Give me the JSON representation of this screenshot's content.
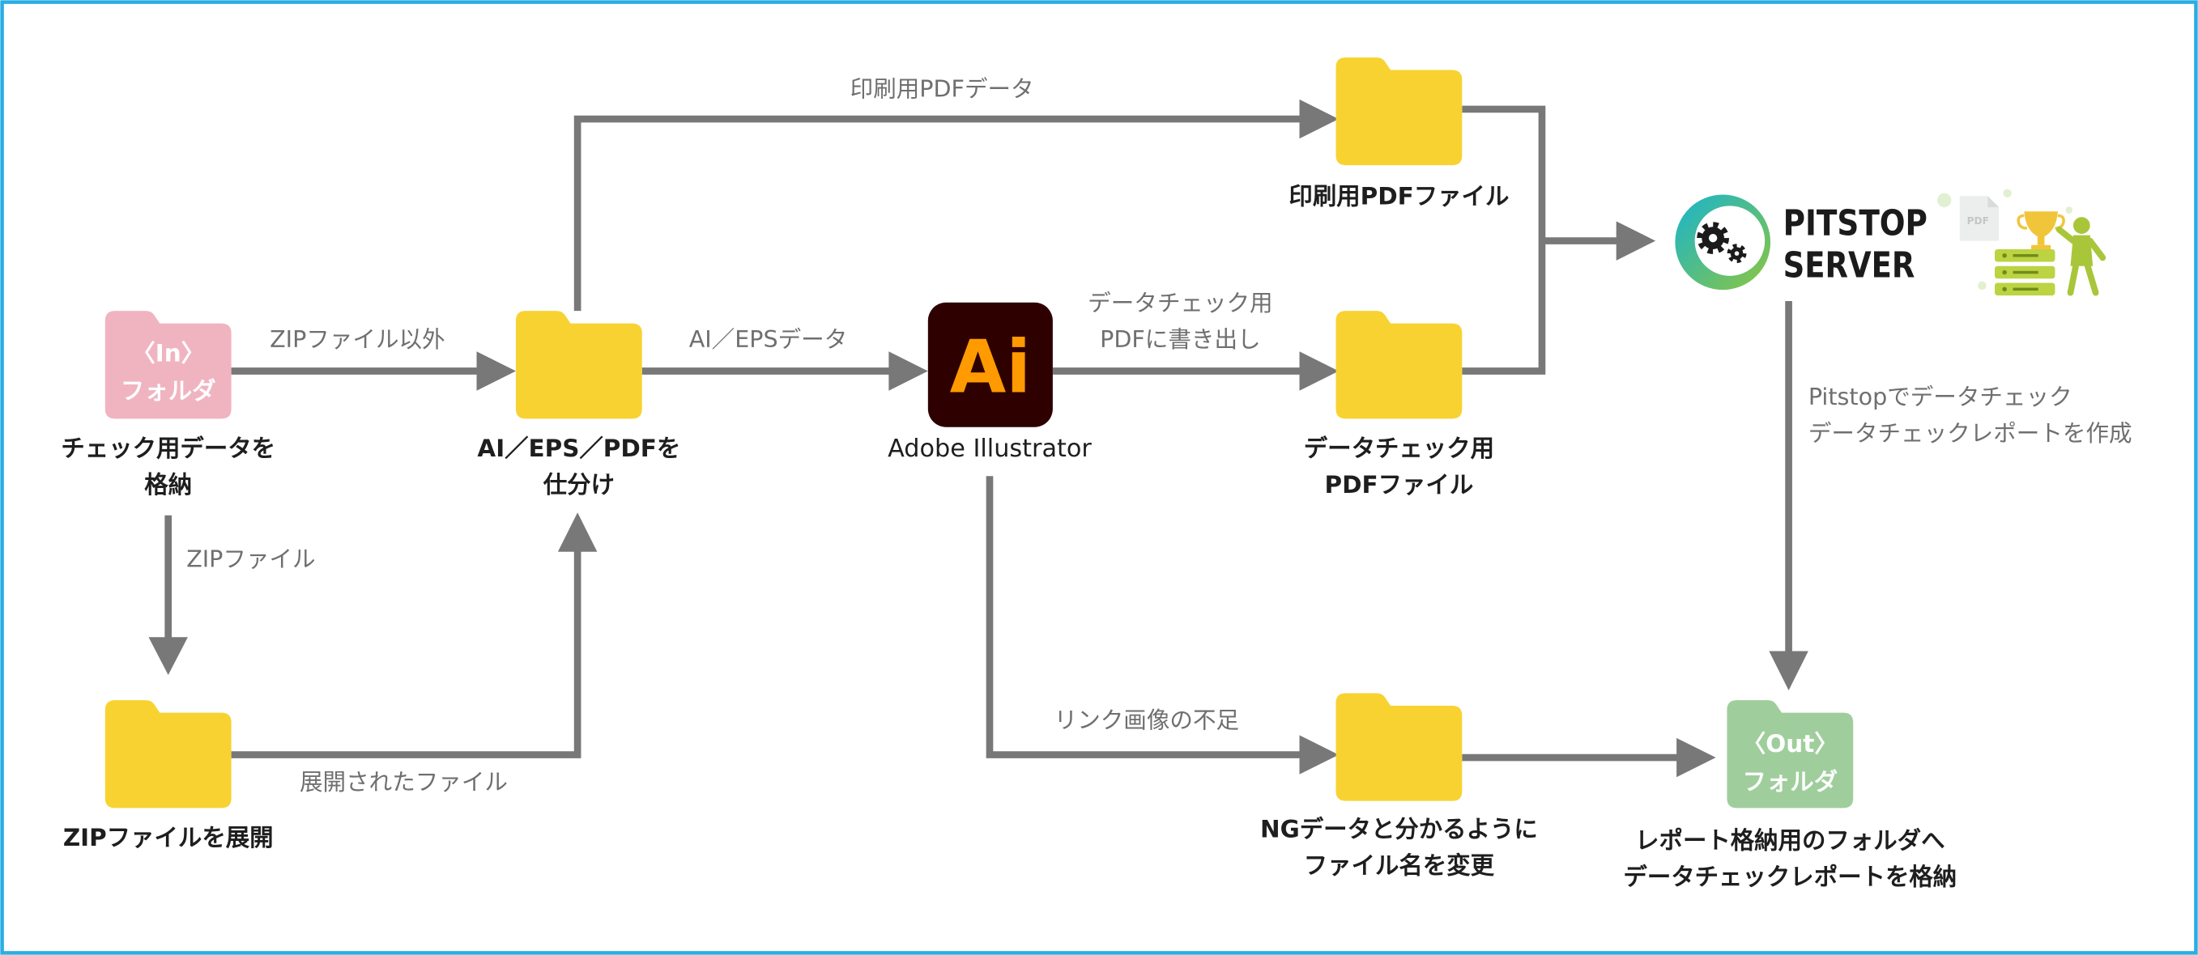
{
  "colors": {
    "border": "#29aee4",
    "folder_yellow": "#f8d231",
    "folder_pink": "#f0b4c1",
    "folder_green": "#9fce9c",
    "arrow_gray": "#787878",
    "caption_text": "#1e1e1e",
    "edge_label_text": "#6f6f6f",
    "illustrator_bg": "#2e0000",
    "illustrator_orange": "#ff9a00",
    "pitstop_teal": "#17b4cf",
    "pitstop_green": "#8dc63f"
  },
  "nodes": {
    "in_folder": {
      "label_lines": [
        "〈In〉",
        "フォルダ"
      ],
      "caption_lines": [
        "チェック用データを",
        "格納"
      ]
    },
    "sort_folder": {
      "caption_lines": [
        "AI／EPS／PDFを",
        "仕分け"
      ]
    },
    "zip_folder": {
      "caption_lines": [
        "ZIPファイルを展開"
      ]
    },
    "illustrator": {
      "icon_text": "Ai",
      "caption": "Adobe Illustrator"
    },
    "print_pdf_folder": {
      "caption": "印刷用PDFファイル"
    },
    "check_pdf_folder": {
      "caption_lines": [
        "データチェック用",
        "PDFファイル"
      ]
    },
    "ng_folder": {
      "caption_lines": [
        "NGデータと分かるように",
        "ファイル名を変更"
      ]
    },
    "pitstop_server": {
      "logo_lines": [
        "PITSTOP",
        "SERVER"
      ],
      "page_label": "PDF"
    },
    "out_folder": {
      "label_lines": [
        "〈Out〉",
        "フォルダ"
      ],
      "caption_lines": [
        "レポート格納用のフォルダへ",
        "データチェックレポートを格納"
      ]
    }
  },
  "edges": {
    "in_to_sort": {
      "label": "ZIPファイル以外"
    },
    "in_to_zip": {
      "label": "ZIPファイル"
    },
    "zip_to_sort": {
      "label": "展開されたファイル"
    },
    "sort_to_illustrator": {
      "label": "AI／EPSデータ"
    },
    "sort_to_print": {
      "label": "印刷用PDFデータ"
    },
    "illustrator_to_check": {
      "label_lines": [
        "データチェック用",
        "PDFに書き出し"
      ]
    },
    "illustrator_to_ng": {
      "label": "リンク画像の不足"
    },
    "pitstop_to_out": {
      "label_lines": [
        "Pitstopでデータチェック",
        "データチェックレポートを作成"
      ]
    }
  }
}
